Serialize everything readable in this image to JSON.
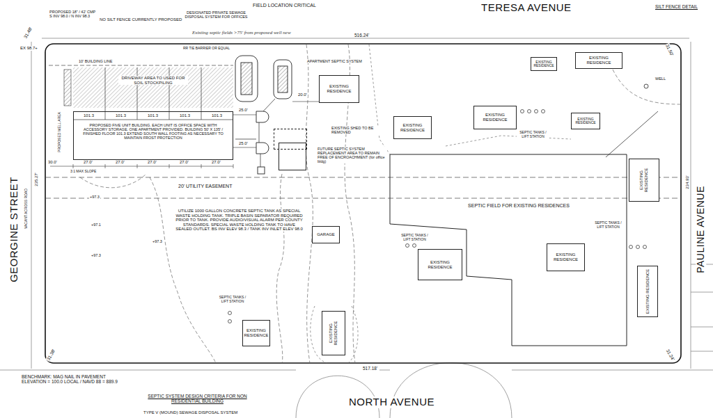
{
  "diagram": {
    "nodes": [
      {
        "text": [
          "DRIVEWAY AREA TO USED FOR SOIL STOCKPILING"
        ]
      },
      {
        "text": [
          "EXISTING RESIDENCE"
        ]
      },
      {
        "text": [
          "EXISTING RESIDENCE"
        ]
      },
      {
        "text": [
          "EXISTING RESIDENCE"
        ]
      },
      {
        "text": [
          "PROPOSED FIVE UNIT BUILDING. EACH UNIT IS OFFICE SPACE WITH ACCESSORY STORAGE. ONE APARTMENT PROVIDED. BUILDING 50' X 135' / FINISHED FLOOR 101.3 EXTEND SOUTH WALL FOOTING AS NECESSARY TO MAINTAIN FROST PROTECTION"
        ]
      },
      {
        "text": [
          "EXISTING SHED TO BE REMOVED"
        ]
      },
      {
        "text": [
          "EXISTING RESIDENCE"
        ]
      },
      {
        "text": [
          "EXISTING RESIDENCE"
        ]
      },
      {
        "text": [
          "EXISTING RESIDENCE"
        ]
      },
      {
        "text": [
          "FUTURE SEPTIC SYSTEM REPLACEMENT AREA TO REMAIN FREE OF ENCROACHMENT (for office bldg)"
        ]
      },
      {
        "text": [
          "SEPTIC FIELD FOR EXISTING RESIDENCES"
        ]
      },
      {
        "text": [
          "EXISTING RESIDENCE"
        ]
      },
      {
        "text": [
          "GARAGE"
        ]
      },
      {
        "text": [
          "EXISTING RESIDENCE"
        ]
      },
      {
        "text": [
          "EXISTING RESIDENCE"
        ],
        "in": 10
      },
      {
        "text": [
          "EXISTING RESIDENCE"
        ]
      },
      {
        "text": [
          "EXISTING RESIDENCE"
        ]
      },
      {
        "text": [
          "EXISTING RESIDENCE"
        ]
      }
    ],
    "labels": [
      "TERESA AVENUE",
      "SILT FENCE DETAIL",
      "FIELD LOCATION CRITICAL",
      "NO SILT FENCE CURRENTLY PROPOSED",
      "DESIGNATED PRIVATE SEWAGE DISPOSAL SYSTEM FOR OFFICES",
      "PROPOSED 18\" / 42' CMP S INV 98.0 / N INV 98.3",
      "Existing septic fields >75' from proposed well new",
      "516.24'",
      "APARTMENT SEPTIC SYSTEM",
      "31.50'",
      "WELL",
      "EX 98.7+",
      "31.48'",
      "10' BUILDING LINE",
      "RR TIE BARRIER OR EQUAL",
      "20.0'",
      "25.0'",
      "25.0'",
      "27.0'",
      "27.0'",
      "27.0'",
      "27.0'",
      "27.0'",
      "30.0'",
      "101.3",
      "101.3",
      "101.3",
      "101.3",
      "101.3",
      "3:1 MAX SLOPE",
      "20' UTILITY EASEMENT",
      "GEORGINE STREET",
      "VACANT ACROSS ROAD",
      "235.27'",
      "PROPOSED WELL AREA",
      "UTILIZE 1000 GALLON CONCRETE SEPTIC TANK AS SPECIAL WASTE HOLDING TANK. TRIPLE BASIN SEPARATOR REQUIRED PRIOR TO TANK. PROVIDE AUDIO/VISUAL ALARM PER COUNTY STANDARDS. SPECIAL WASTE HOLDING TANK TO HAVE SEALED OUTLET. BS INV ELEV 98.3 / TANK INV INLET ELEV 98.0",
      "+97.3",
      "+97.1",
      "+97.3",
      "+97.3",
      "SEPTIC TANKS / LIFT STATION",
      "SEPTIC TANKS / LIFT STATION",
      "SEPTIC TANKS / LIFT STATION",
      "SEPTIC TANKS / LIFT STATION",
      "PAULINE AVENUE",
      "234.93'",
      "31.38'",
      "517.18'",
      "31.24'",
      "BENCHMARK: MAG NAIL IN PAVEMENT ELEVATION = 100.0 LOCAL / NAVD 88 = 889.9",
      "NORTH AVENUE",
      "SEPTIC SYSTEM DESIGN CRITERIA FOR NON RESIDENTIAL BUILDING",
      "TYPE V (MOUND) SEWAGE DISPOSAL SYSTEM"
    ]
  }
}
